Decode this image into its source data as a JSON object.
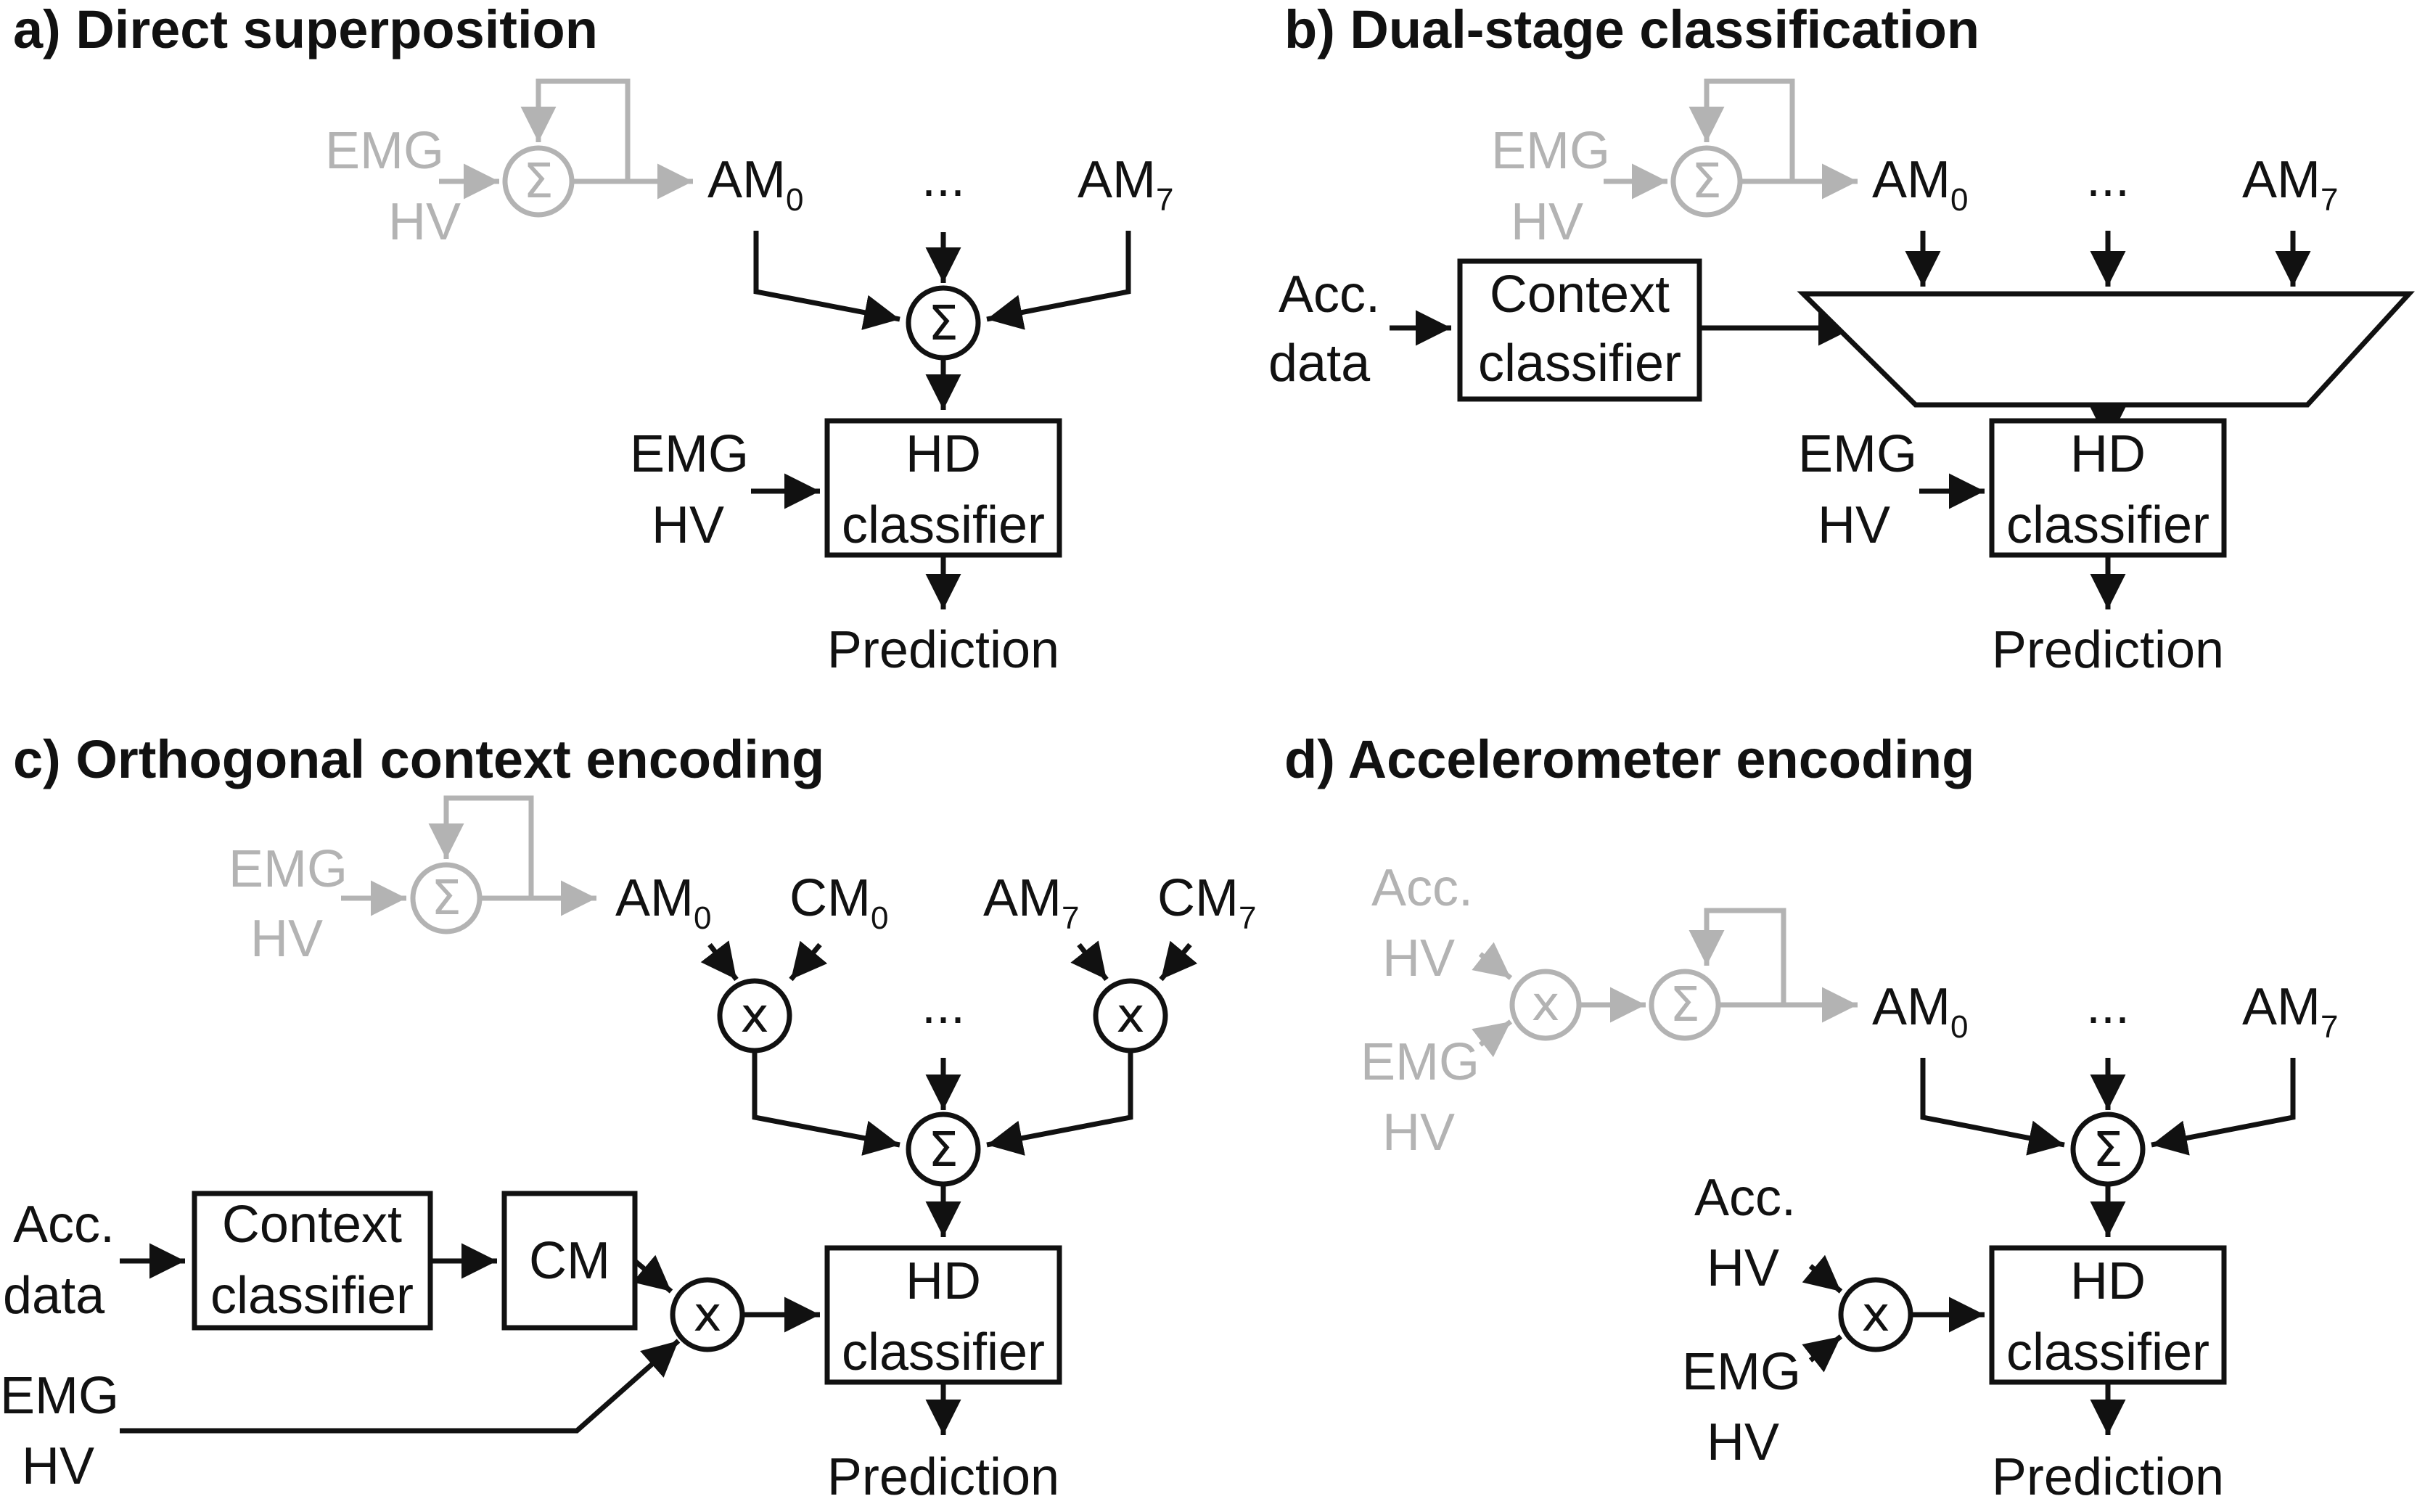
{
  "panels": {
    "a": {
      "title": "a) Direct superposition"
    },
    "b": {
      "title": "b) Dual-stage classification"
    },
    "c": {
      "title": "c) Orthogonal context encoding"
    },
    "d": {
      "title": "d) Accelerometer encoding"
    }
  },
  "labels": {
    "emg": "EMG",
    "hv": "HV",
    "acc": "Acc.",
    "data": "data",
    "am": "AM",
    "cm": "CM",
    "sub0": "0",
    "sub7": "7",
    "ellipsis": "...",
    "sum": "Σ",
    "mult": "x",
    "hd": "HD",
    "classifier": "classifier",
    "context": "Context",
    "prediction": "Prediction"
  },
  "colors": {
    "active": "#111111",
    "inactive": "#b3b3b3"
  }
}
